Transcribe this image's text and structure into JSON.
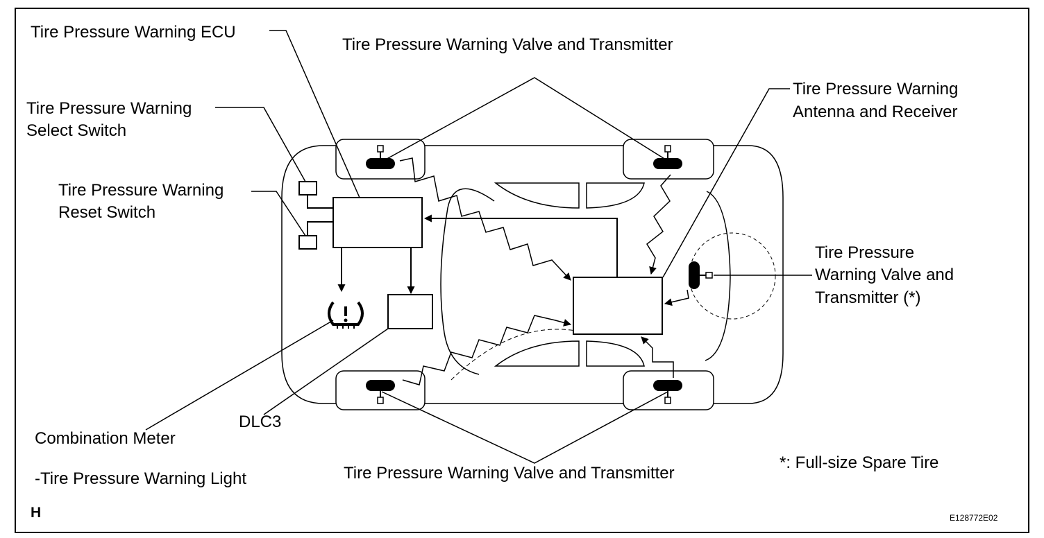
{
  "labels": {
    "ecu": "Tire Pressure Warning ECU",
    "valve_top": "Tire Pressure Warning Valve and Transmitter",
    "antenna_line1": "Tire Pressure Warning",
    "antenna_line2": "Antenna and Receiver",
    "select_line1": "Tire Pressure Warning",
    "select_line2": "Select Switch",
    "reset_line1": "Tire Pressure Warning",
    "reset_line2": "Reset Switch",
    "spare_line1": "Tire Pressure",
    "spare_line2": "Warning Valve and",
    "spare_line3": "Transmitter (*)",
    "combination_meter": "Combination Meter",
    "warning_light": "-Tire Pressure Warning Light",
    "dlc3": "DLC3",
    "valve_bottom": "Tire Pressure Warning Valve and Transmitter",
    "footnote": "*: Full-size Spare Tire",
    "corner_letter": "H",
    "figure_code": "E128772E02"
  },
  "icons": {
    "warning_light": "tire-pressure-warning-light-icon",
    "valve": "tire-valve-transmitter-icon"
  }
}
